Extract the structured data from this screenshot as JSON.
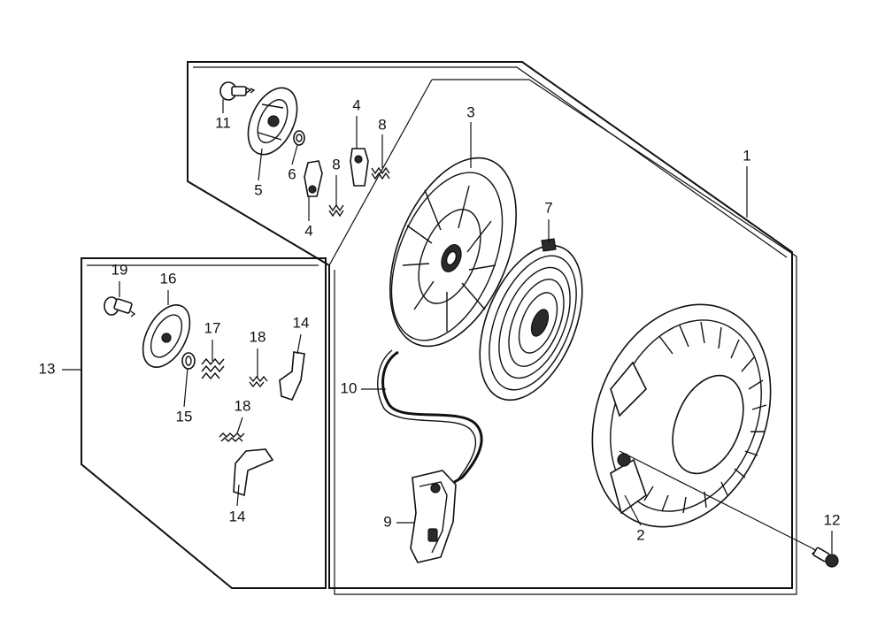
{
  "parts": {
    "p1": "1",
    "p2": "2",
    "p3": "3",
    "p4a": "4",
    "p4b": "4",
    "p5": "5",
    "p6": "6",
    "p7": "7",
    "p8a": "8",
    "p8b": "8",
    "p9": "9",
    "p10": "10",
    "p11": "11",
    "p12": "12",
    "p13": "13",
    "p14a": "14",
    "p14b": "14",
    "p15": "15",
    "p16": "16",
    "p17": "17",
    "p18a": "18",
    "p18b": "18",
    "p19": "19"
  },
  "colors": {
    "ink": "#111111",
    "paper": "#ffffff"
  }
}
